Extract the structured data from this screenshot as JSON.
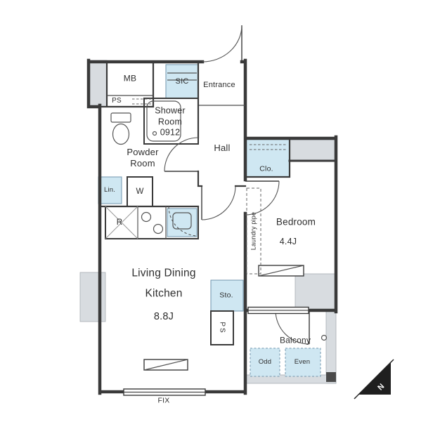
{
  "labels": {
    "mb": "MB",
    "ps_top": "PS",
    "sic": "SIC",
    "entrance": "Entrance",
    "shower_room": "Shower\nRoom\n0912",
    "hall": "Hall",
    "powder_room": "Powder\nRoom",
    "lin": "Lin.",
    "washer": "W",
    "refrigerator": "R",
    "closet": "Clo.",
    "bedroom": "Bedroom",
    "bedroom_size": "4.4J",
    "laundry_pipe": "Laundry pipe",
    "ldk": "Living Dining\nKitchen",
    "ldk_size": "8.8J",
    "storage": "Sto.",
    "ps_bottom": "PS",
    "balcony": "Balcony",
    "odd": "Odd",
    "even": "Even",
    "fix": "FIX",
    "north": "N"
  },
  "colors": {
    "wall": "#3a3a3a",
    "highlight": "#cfe7f2",
    "highlight_border": "#7096ad",
    "concrete": "#d8dce0",
    "text": "#2e2e2e"
  }
}
